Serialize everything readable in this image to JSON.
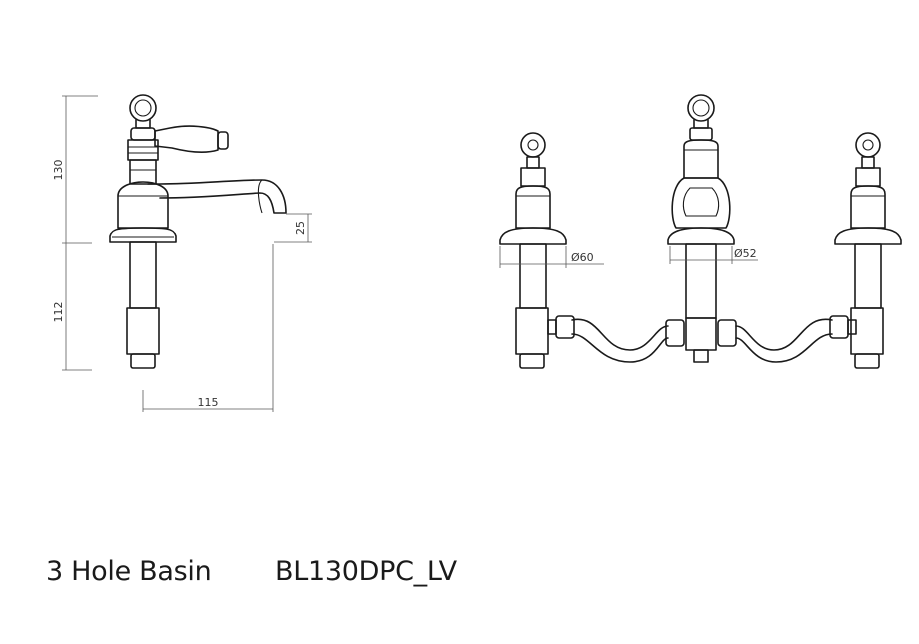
{
  "dimensions": {
    "height_upper": "130",
    "height_lower": "112",
    "spout_height": "25",
    "spout_reach": "115",
    "side_tap_diameter": "Ø60",
    "spout_diameter": "Ø52"
  },
  "caption": {
    "product_name": "3 Hole Basin",
    "product_code": "BL130DPC_LV"
  }
}
